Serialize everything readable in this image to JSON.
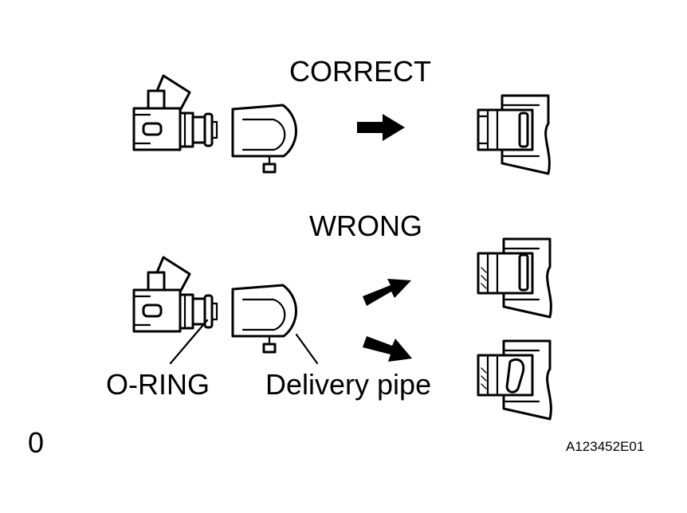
{
  "labels": {
    "correct": "CORRECT",
    "wrong": "WRONG",
    "o_ring": "O-RING",
    "delivery_pipe": "Delivery pipe",
    "figure_id": "A123452E01",
    "corner_mark": "0"
  }
}
